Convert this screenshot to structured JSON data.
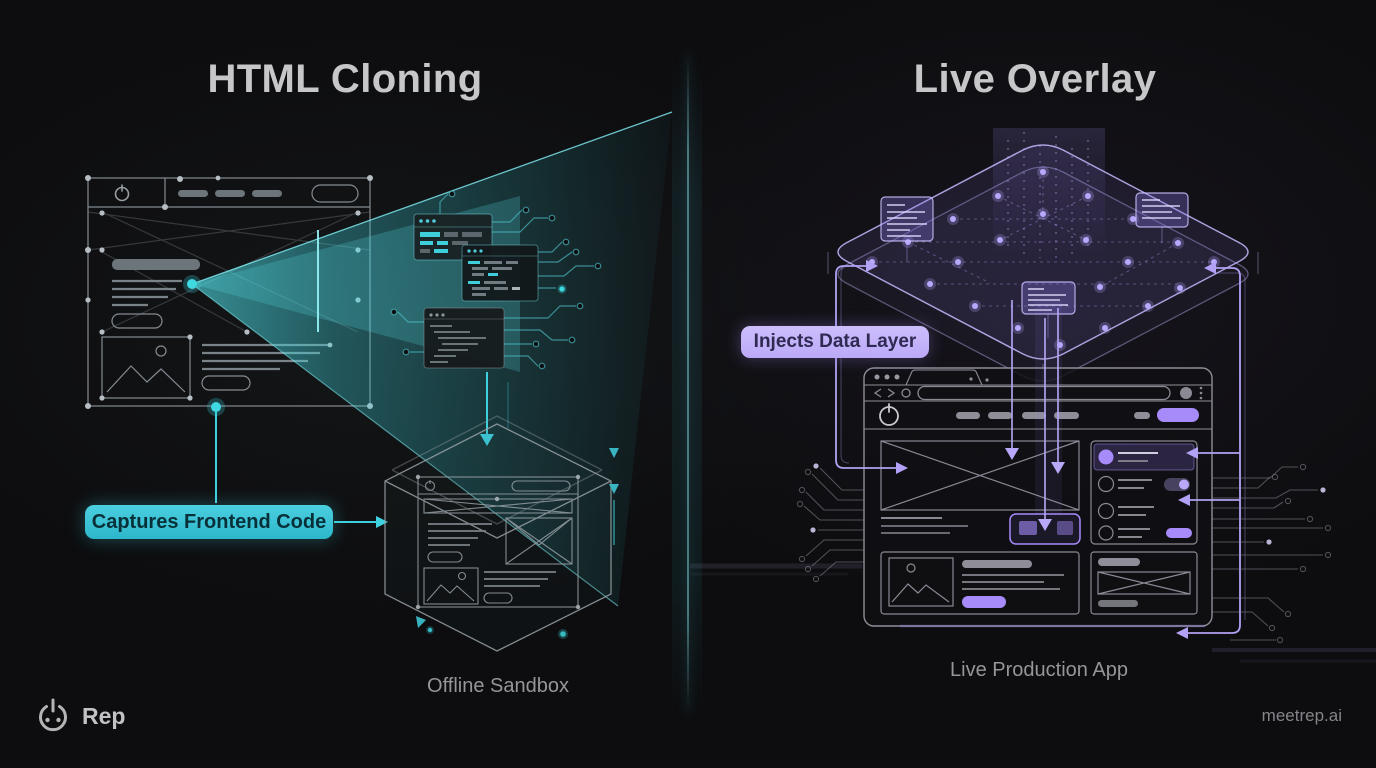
{
  "header": {
    "left_title": "HTML Cloning",
    "right_title": "Live Overlay"
  },
  "left_panel": {
    "label": "Captures Frontend Code",
    "caption": "Offline Sandbox",
    "accent_color": "#3fc9dc"
  },
  "right_panel": {
    "label": "Injects Data Layer",
    "caption": "Live Production App",
    "accent_color": "#a78bfa"
  },
  "footer": {
    "brand": "Rep",
    "website": "meetrep.ai"
  }
}
